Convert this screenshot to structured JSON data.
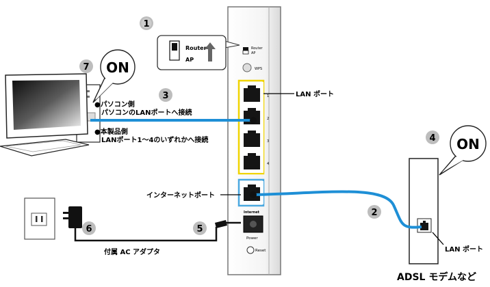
{
  "switch_box": {
    "router": "Router",
    "ap": "AP"
  },
  "router_labels": {
    "router_small": "Router",
    "ap_small": "AP",
    "wps": "WPS",
    "internet": "Internet",
    "power": "Power",
    "reset": "Reset",
    "port_numbers": [
      "1",
      "2",
      "3",
      "4"
    ]
  },
  "steps": [
    "1",
    "2",
    "3",
    "4",
    "5",
    "6",
    "7"
  ],
  "callouts": {
    "pc_on": "ON",
    "modem_on": "ON"
  },
  "pc_side": {
    "heading": "●パソコン側",
    "text": "パソコンのLANポートへ接続"
  },
  "device_side": {
    "heading": "●本製品側",
    "text": "LANポート1〜4のいずれかへ接続"
  },
  "labels": {
    "lan_port_router": "LAN ポート",
    "internet_port": "インターネットポート",
    "lan_port_modem": "LAN ポート",
    "ac_adapter": "付属 AC アダプタ",
    "modem": "ADSL モデムなど"
  },
  "colors": {
    "cable": "#1e8fd6",
    "lan_group": "#f0d400",
    "internet_group": "#4aa8e0"
  }
}
